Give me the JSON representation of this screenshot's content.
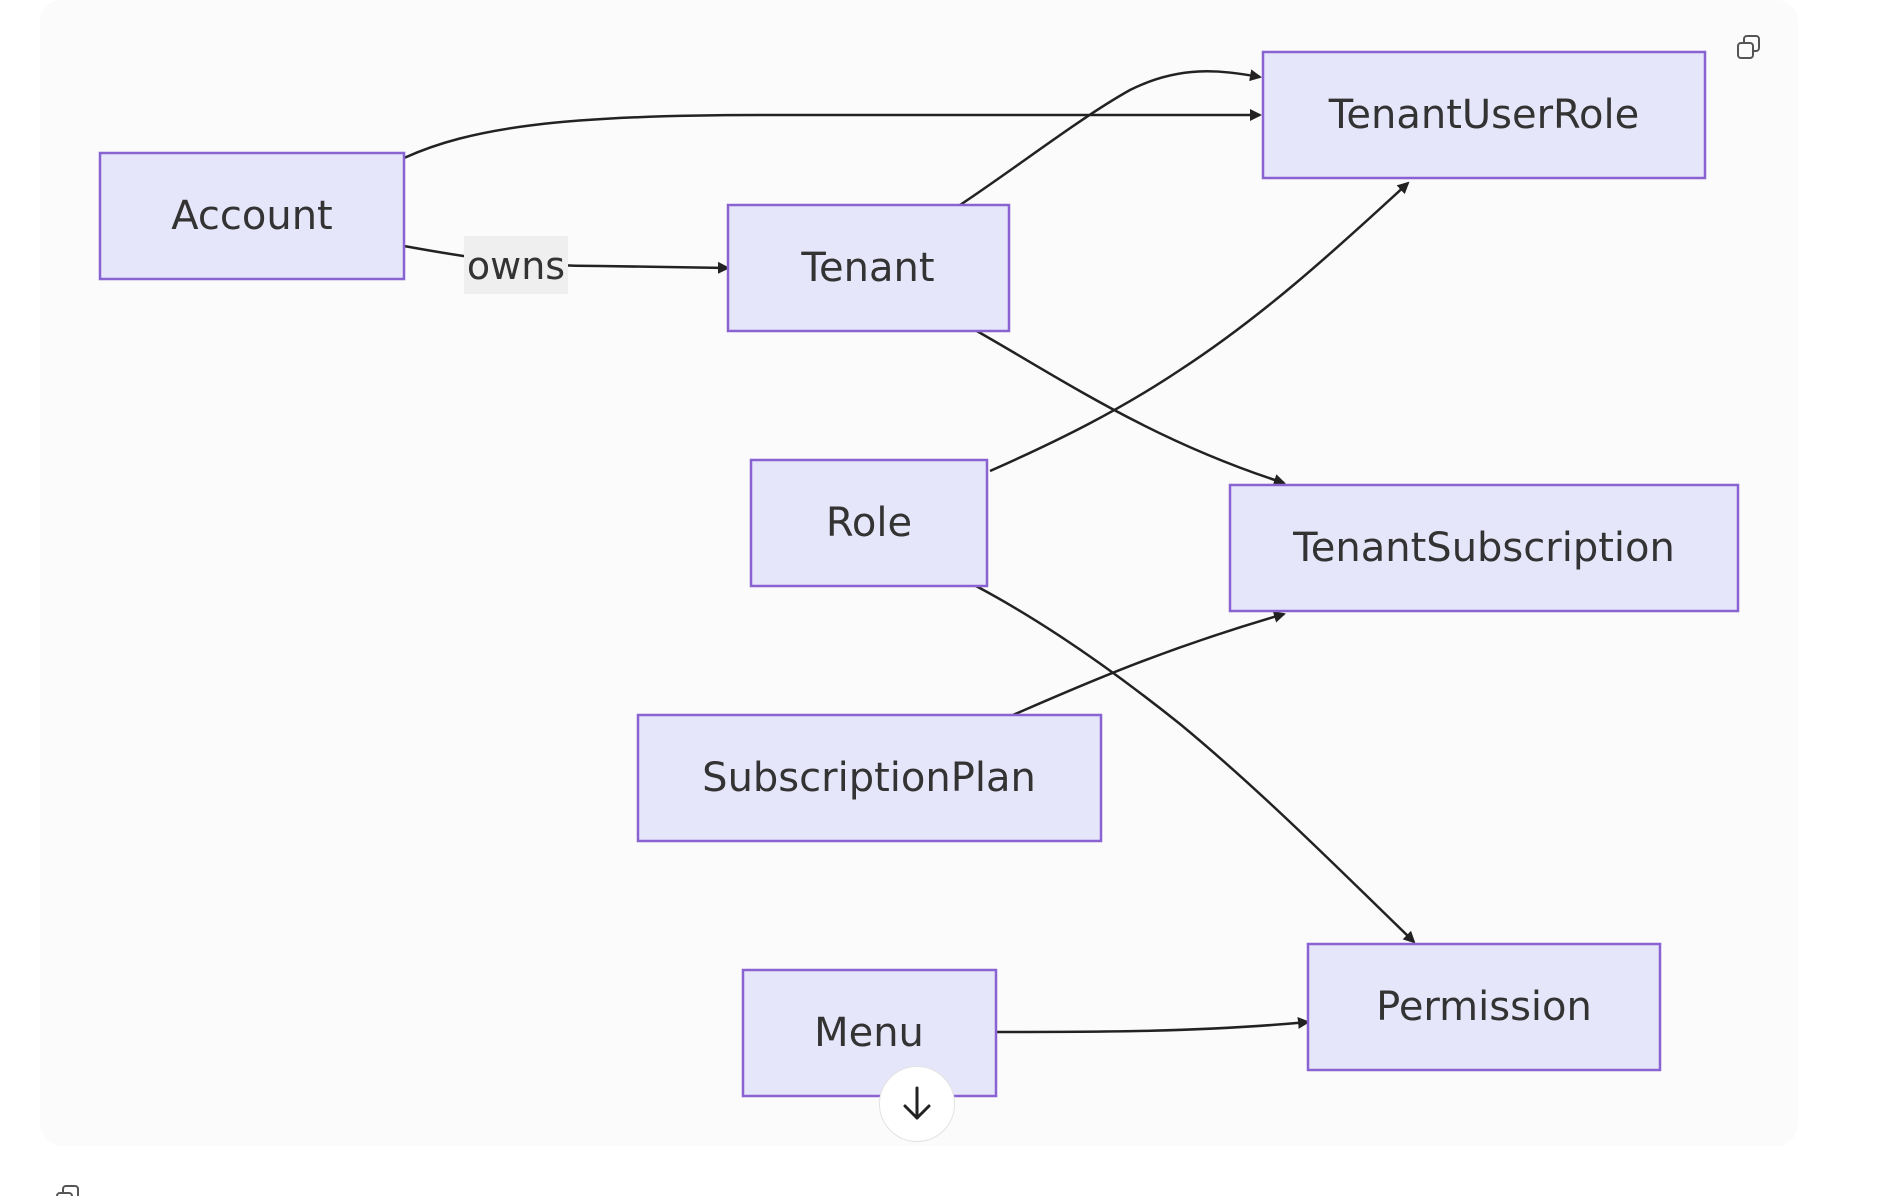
{
  "diagram": {
    "colors": {
      "node_fill": "#e6e6fa",
      "node_stroke": "#8a63d2",
      "edge": "#222222",
      "label_bg": "#efefef"
    },
    "nodes": [
      {
        "id": "account",
        "label": "Account"
      },
      {
        "id": "tenant",
        "label": "Tenant"
      },
      {
        "id": "tenant-user-role",
        "label": "TenantUserRole"
      },
      {
        "id": "role",
        "label": "Role"
      },
      {
        "id": "tenant-subscription",
        "label": "TenantSubscription"
      },
      {
        "id": "subscription-plan",
        "label": "SubscriptionPlan"
      },
      {
        "id": "menu",
        "label": "Menu"
      },
      {
        "id": "permission",
        "label": "Permission"
      }
    ],
    "edges": [
      {
        "from": "Account",
        "to": "TenantUserRole",
        "label": ""
      },
      {
        "from": "Account",
        "to": "Tenant",
        "label": "owns"
      },
      {
        "from": "Tenant",
        "to": "TenantUserRole",
        "label": ""
      },
      {
        "from": "Tenant",
        "to": "TenantSubscription",
        "label": ""
      },
      {
        "from": "Role",
        "to": "TenantUserRole",
        "label": ""
      },
      {
        "from": "Role",
        "to": "Permission",
        "label": ""
      },
      {
        "from": "SubscriptionPlan",
        "to": "TenantSubscription",
        "label": ""
      },
      {
        "from": "Menu",
        "to": "Permission",
        "label": ""
      }
    ]
  },
  "controls": {
    "copy_icon": "copy-icon",
    "scroll_icon": "arrow-down-icon"
  }
}
